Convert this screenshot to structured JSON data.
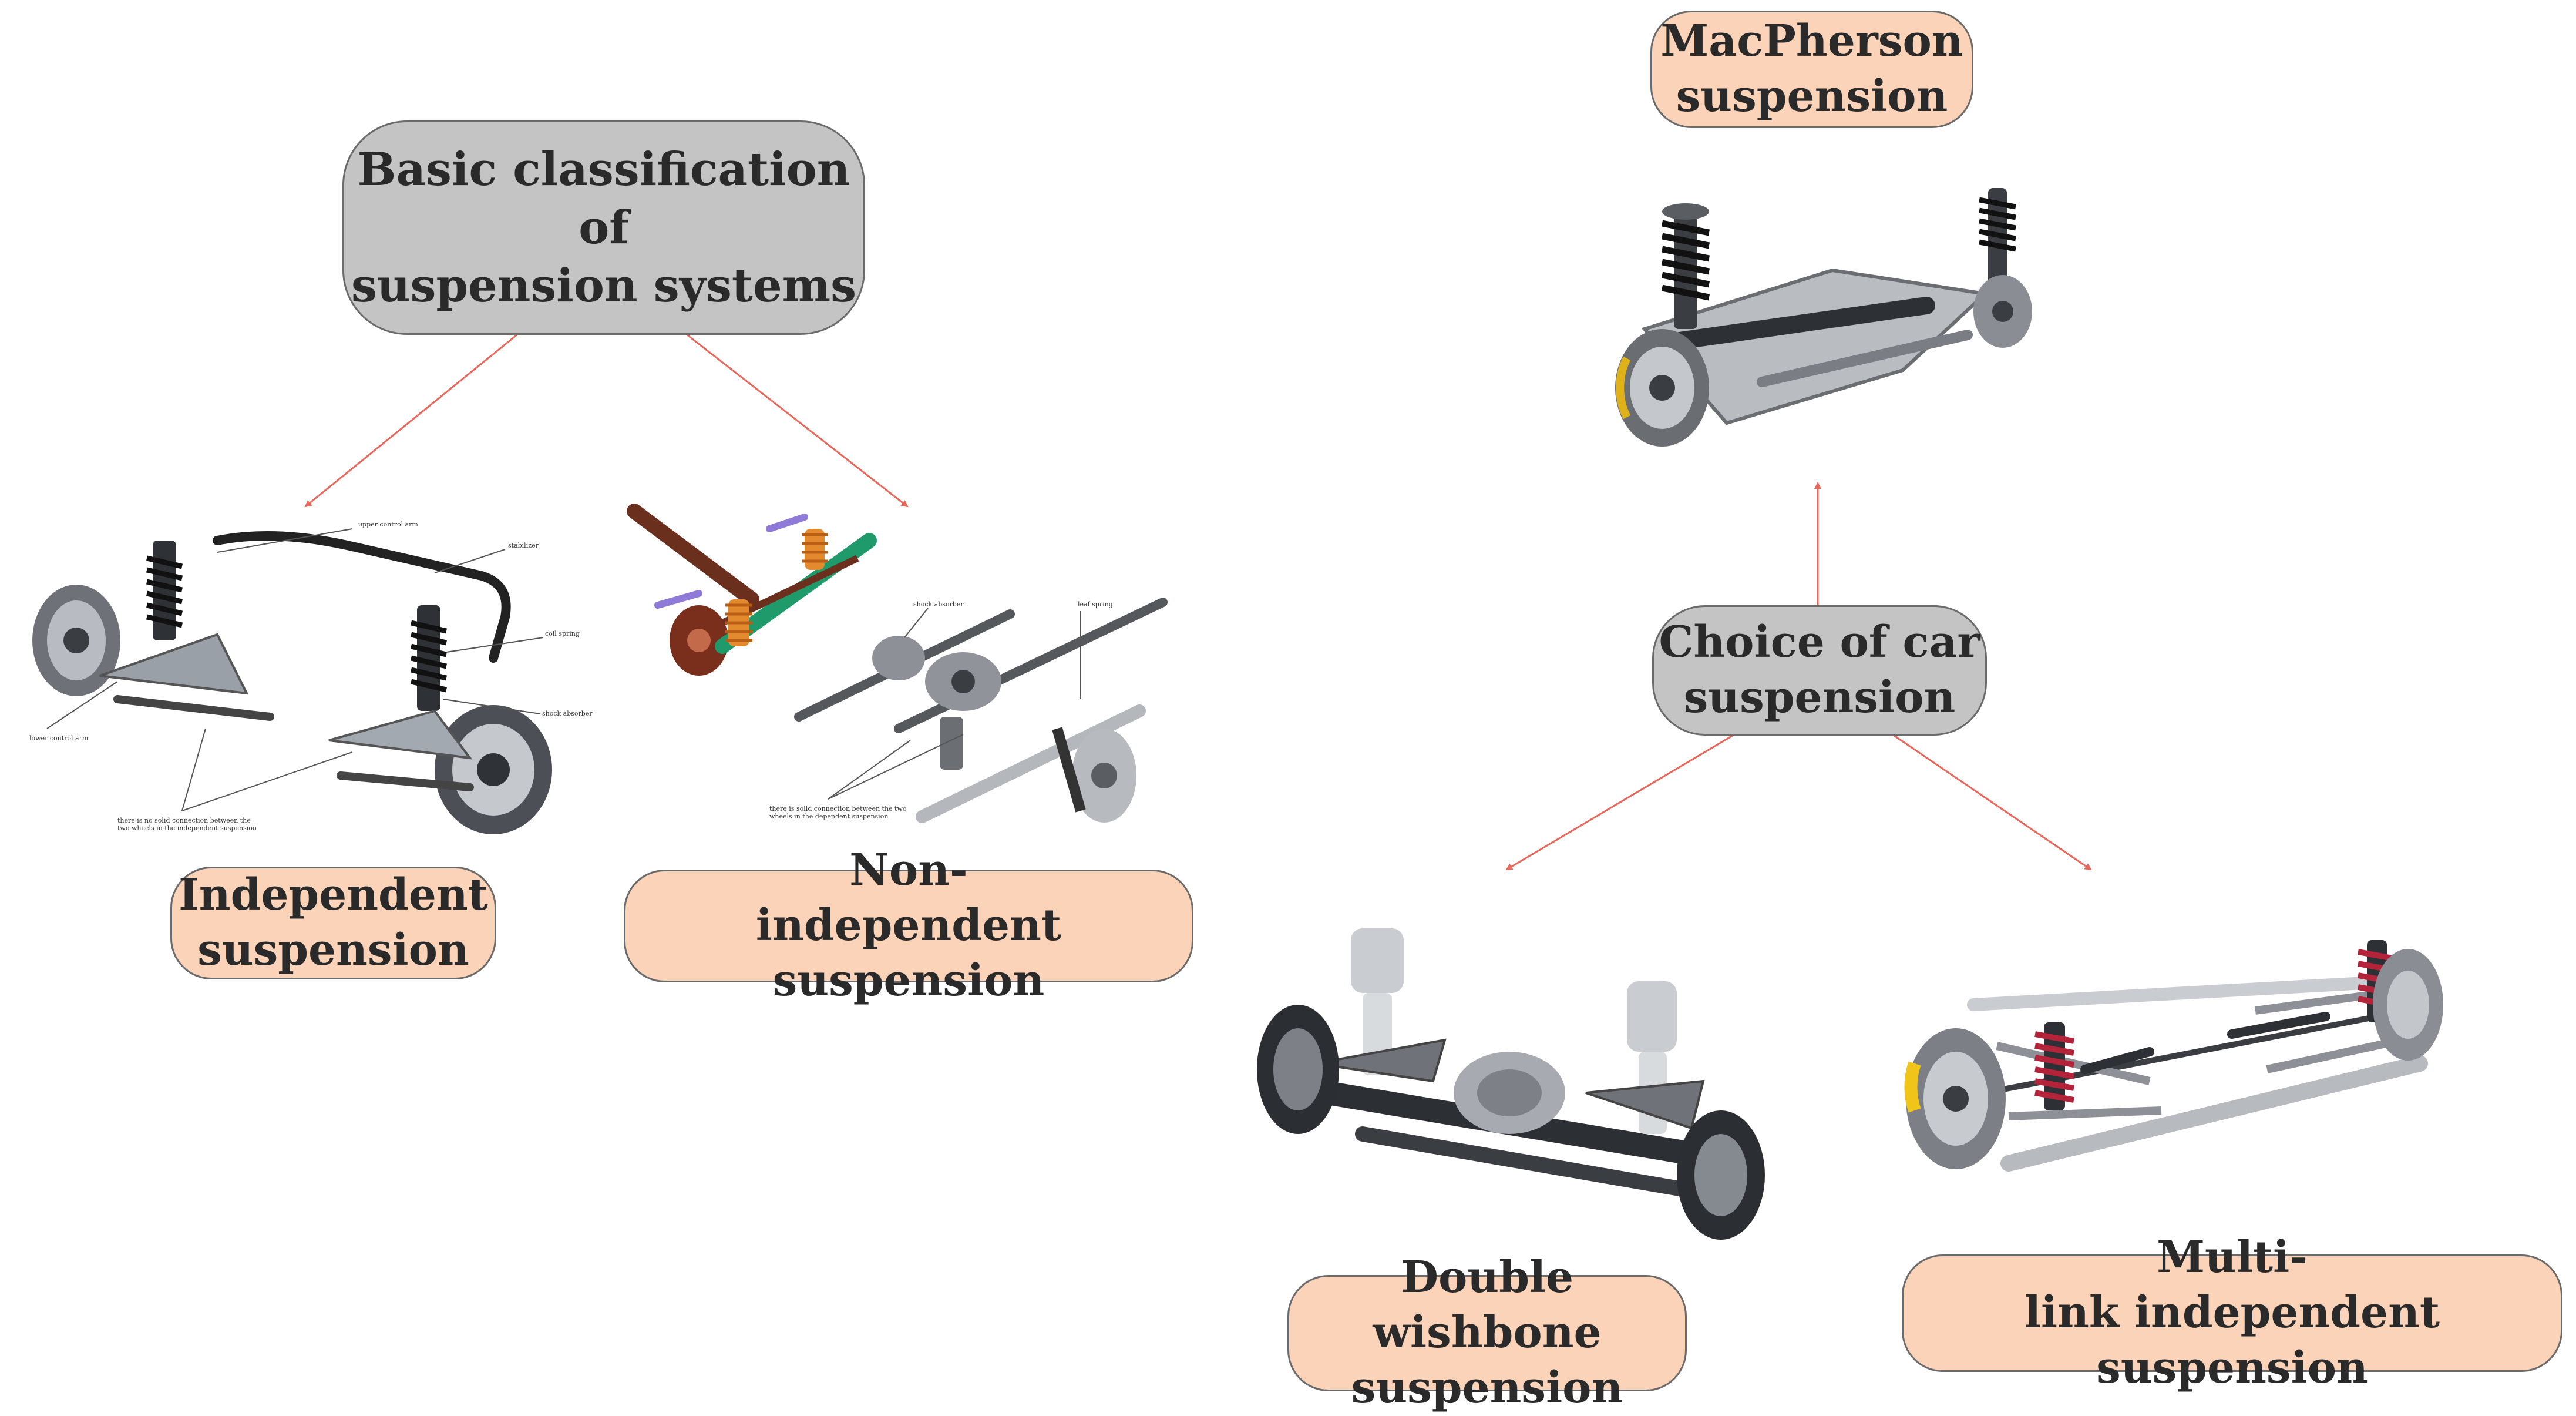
{
  "nodes": {
    "basic_classification": "Basic classification of\nsuspension systems",
    "independent": "Independent\nsuspension",
    "non_independent": "Non-\nindependent suspension",
    "choice": "Choice of car\nsuspension",
    "macpherson": "MacPherson\nsuspension",
    "double_wishbone": "Double wishbone\nsuspension",
    "multi_link": "Multi-\nlink independent suspension"
  },
  "independent_figure": {
    "labels": {
      "upper_control_arm": "upper control arm",
      "stabilizer": "stabilizer",
      "coil_spring": "coil spring",
      "shock_absorber": "shock absorber",
      "lower_control_arm": "lower control arm",
      "caption": "there is no solid connection between the\ntwo wheels in the independent suspension"
    }
  },
  "dependent_figure": {
    "labels": {
      "shock_absorber": "shock absorber",
      "leaf_spring": "leaf spring",
      "caption": "there is solid connection between the two\nwheels in the dependent suspension"
    }
  },
  "colors": {
    "arrow": "#e8675a",
    "gray_node": "#c4c4c4",
    "peach_node": "#fbd3b8",
    "node_border": "#6b6b6b",
    "coil_orange": "#e38a2f",
    "coil_red": "#b3243a",
    "frame_green": "#1f9a6a"
  }
}
